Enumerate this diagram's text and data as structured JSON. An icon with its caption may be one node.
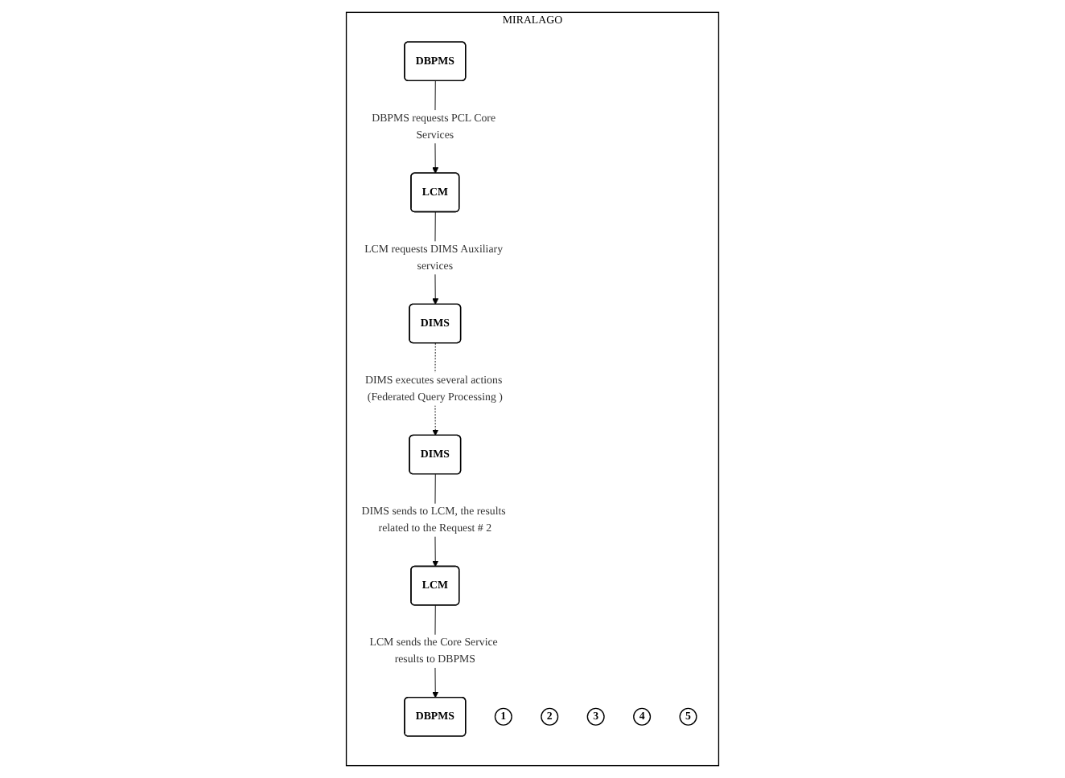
{
  "diagram": {
    "nodes": [
      {
        "text": [
          "MIRALAGO"
        ]
      },
      {
        "text": [
          "DBPMS"
        ],
        "in": 0
      },
      {
        "text": [
          "1"
        ],
        "in": 0
      },
      {
        "text": [
          "2"
        ],
        "in": 0
      },
      {
        "text": [
          "LCM"
        ],
        "in": 0
      },
      {
        "text": [
          "DIMS"
        ],
        "in": 0
      },
      {
        "text": [
          "3"
        ],
        "in": 0
      },
      {
        "text": [
          "4"
        ],
        "in": 0
      },
      {
        "text": [
          "LCM"
        ],
        "in": 0
      },
      {
        "text": [
          "DIMS"
        ],
        "in": 0
      },
      {
        "text": [
          "5"
        ],
        "in": 0
      },
      {
        "text": [
          "DBPMS"
        ],
        "in": 0
      }
    ],
    "edges": [
      {
        "from": 1,
        "to": 4,
        "arrow": "to",
        "label": "DBPMS requests PCL Core Services"
      },
      {
        "from": 4,
        "to": 5,
        "arrow": "to",
        "label": "LCM requests DIMS Auxiliary services"
      },
      {
        "from": 5,
        "to": 9,
        "arrow": "to",
        "style": "dashed",
        "label": "DIMS executes several actions (Federated Query Processing )"
      },
      {
        "from": 9,
        "to": 8,
        "arrow": "to",
        "label": "DIMS sends to LCM, the results related to the Request # 2"
      },
      {
        "from": 8,
        "to": 11,
        "arrow": "to",
        "label": "LCM sends the Core Service results to DBPMS"
      }
    ]
  }
}
